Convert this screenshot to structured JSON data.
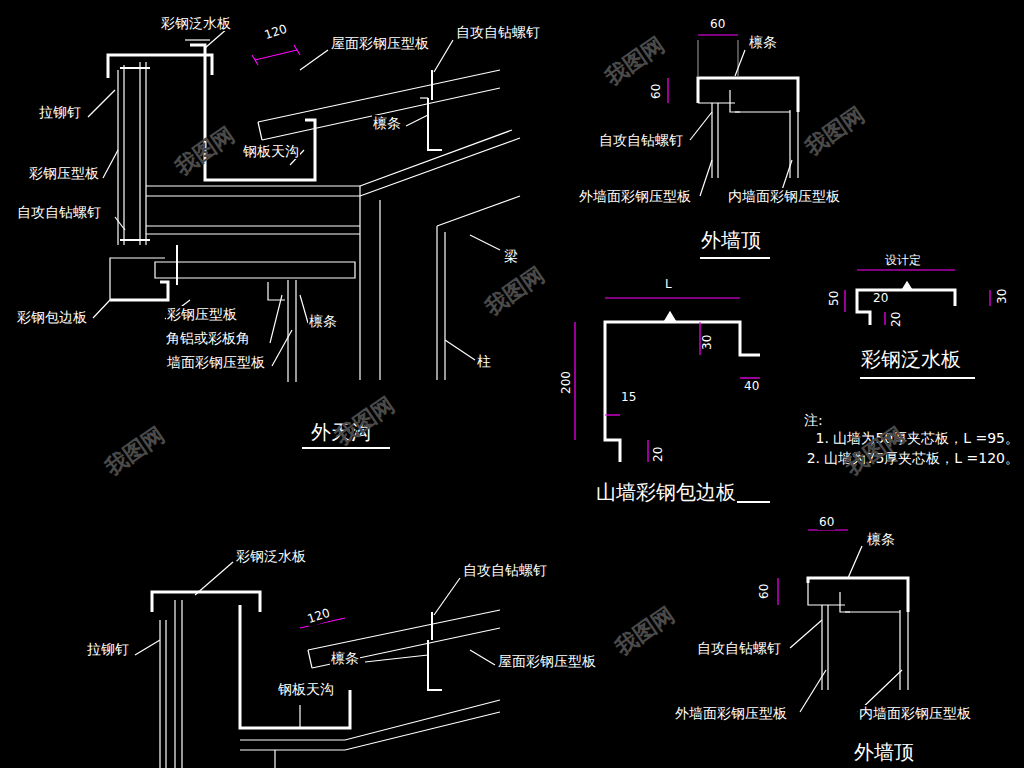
{
  "diagram": {
    "labels": [
      "彩钢泛水板",
      "120",
      "屋面彩钢压型板",
      "自攻自钻螺钉",
      "拉铆钉",
      "檩条",
      "钢板天沟",
      "彩钢压型板",
      "自攻自钻螺钉",
      "梁",
      "彩钢包边板",
      "彩钢压型板",
      "檩条",
      "角铝或彩板角",
      "墙面彩钢压型板",
      "柱",
      "外天沟",
      "60",
      "檩条",
      "60",
      "自攻自钻螺钉",
      "外墙面彩钢压型板",
      "内墙面彩钢压型板",
      "外墙顶",
      "L",
      "200",
      "30",
      "40",
      "15",
      "20",
      "山墙彩钢包边板",
      "设计定",
      "50",
      "20",
      "30",
      "20",
      "彩钢泛水板",
      "注:",
      "1.  山墙为50厚夹芯板，L  =95。",
      "2.  山墙为75厚夹芯板，L  =120。",
      "彩钢泛水板",
      "自攻自钻螺钉",
      "120",
      "拉铆钉",
      "屋面彩钢压型板",
      "檩条",
      "钢板天沟",
      "60",
      "檩条",
      "60",
      "自攻自钻螺钉",
      "外墙面彩钢压型板",
      "内墙面彩钢压型板",
      "外墙顶",
      "我图网",
      "我图网",
      "我图网",
      "我图网",
      "我图网",
      "我图网",
      "我图网",
      "我图网"
    ]
  }
}
